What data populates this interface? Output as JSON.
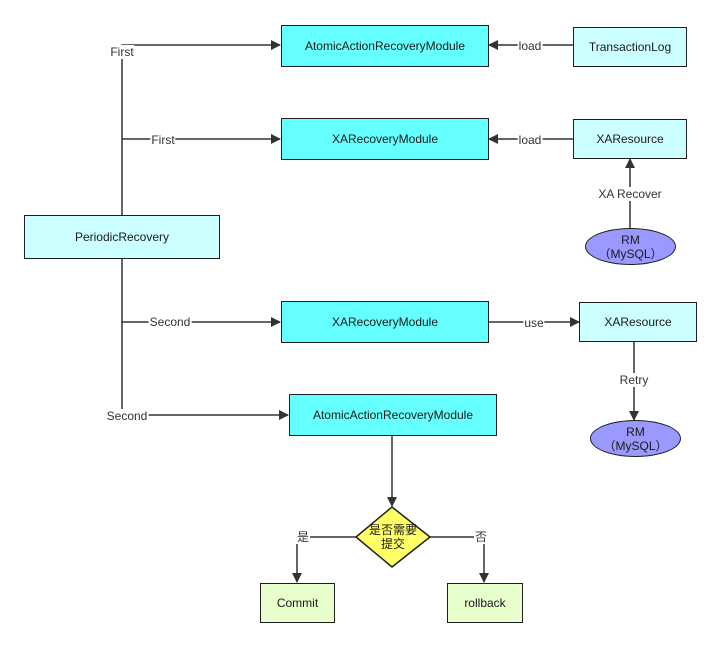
{
  "nodes": {
    "periodic": "PeriodicRecovery",
    "atomic_first": "AtomicActionRecoveryModule",
    "xa_first": "XARecoveryModule",
    "xa_second": "XARecoveryModule",
    "atomic_second": "AtomicActionRecoveryModule",
    "transaction_log": "TransactionLog",
    "xa_resource_1": "XAResource",
    "xa_resource_2": "XAResource",
    "rm_1_line1": "RM",
    "rm_1_line2": "（MySQL）",
    "rm_2_line1": "RM",
    "rm_2_line2": "（MySQL）",
    "decision_line1": "是否需要",
    "decision_line2": "提交",
    "commit": "Commit",
    "rollback": "rollback"
  },
  "edges": {
    "first_1": "First",
    "first_2": "First",
    "second_1": "Second",
    "second_2": "Second",
    "load_1": "load",
    "load_2": "load",
    "xa_recover": "XA Recover",
    "use": "use",
    "retry": "Retry",
    "yes": "是",
    "no": "否"
  },
  "colors": {
    "cyan": "#66ffff",
    "light_cyan": "#ccffff",
    "green": "#e6ffcc",
    "purple": "#9999ff",
    "yellow": "#ffff66"
  }
}
